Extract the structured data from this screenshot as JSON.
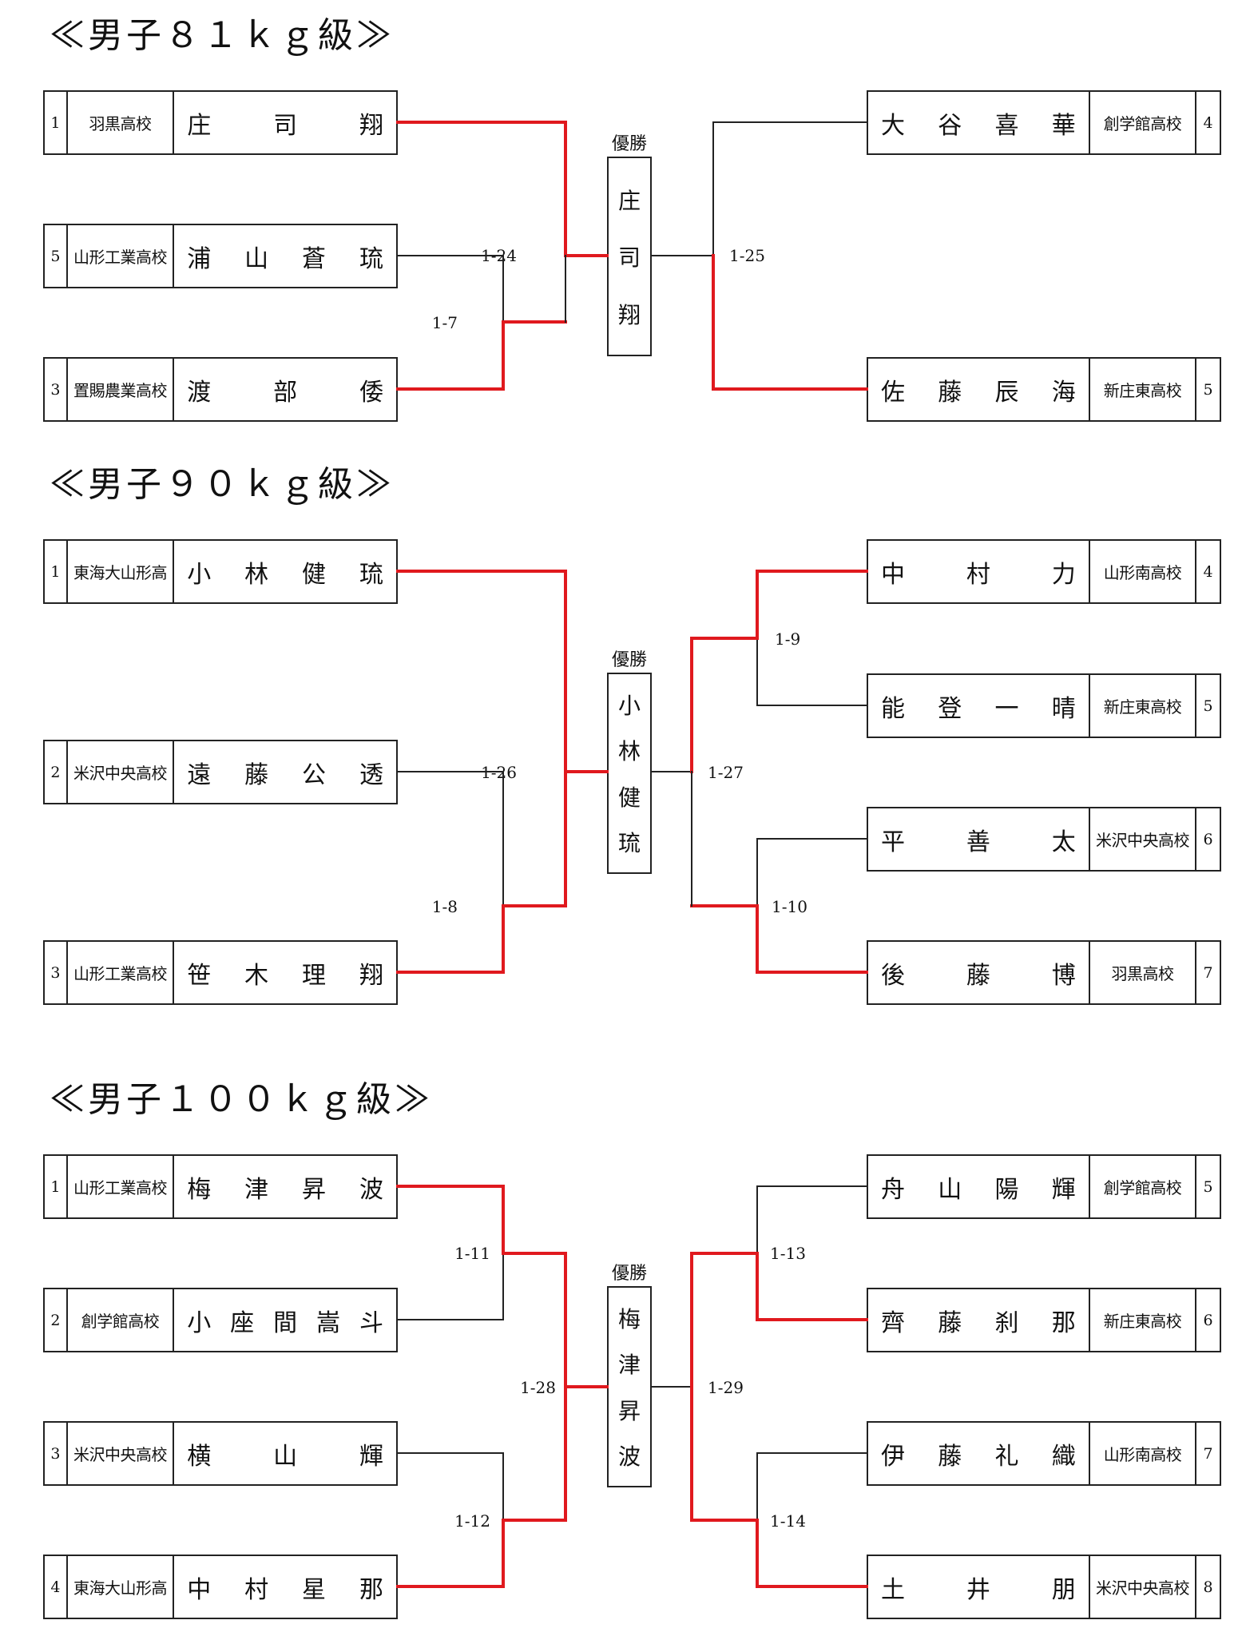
{
  "champion_label": "優勝",
  "sections": [
    {
      "title": "≪男子８１ｋｇ級≫",
      "champion": "庄司翔",
      "left": [
        {
          "seed": "1",
          "school": "羽黒高校",
          "name": "庄司翔"
        },
        {
          "seed": "5",
          "school": "山形工業高校",
          "name": "浦山蒼琉"
        },
        {
          "seed": "3",
          "school": "置賜農業高校",
          "name": "渡部倭"
        }
      ],
      "right": [
        {
          "seed": "4",
          "school": "創学館高校",
          "name": "大谷喜華"
        },
        {
          "seed": "5",
          "school": "新庄東高校",
          "name": "佐藤辰海"
        }
      ],
      "matches": [
        "1-7",
        "1-24",
        "1-25"
      ]
    },
    {
      "title": "≪男子９０ｋｇ級≫",
      "champion": "小林健琉",
      "left": [
        {
          "seed": "1",
          "school": "東海大山形高",
          "name": "小林健琉"
        },
        {
          "seed": "2",
          "school": "米沢中央高校",
          "name": "遠藤公透"
        },
        {
          "seed": "3",
          "school": "山形工業高校",
          "name": "笹木理翔"
        }
      ],
      "right": [
        {
          "seed": "4",
          "school": "山形南高校",
          "name": "中村力"
        },
        {
          "seed": "5",
          "school": "新庄東高校",
          "name": "能登一晴"
        },
        {
          "seed": "6",
          "school": "米沢中央高校",
          "name": "平善太"
        },
        {
          "seed": "7",
          "school": "羽黒高校",
          "name": "後藤博"
        }
      ],
      "matches": [
        "1-8",
        "1-26",
        "1-9",
        "1-10",
        "1-27"
      ]
    },
    {
      "title": "≪男子１００ｋｇ級≫",
      "champion": "梅津昇波",
      "left": [
        {
          "seed": "1",
          "school": "山形工業高校",
          "name": "梅津昇波"
        },
        {
          "seed": "2",
          "school": "創学館高校",
          "name": "小座間嵩斗"
        },
        {
          "seed": "3",
          "school": "米沢中央高校",
          "name": "横山輝"
        },
        {
          "seed": "4",
          "school": "東海大山形高",
          "name": "中村星那"
        }
      ],
      "right": [
        {
          "seed": "5",
          "school": "創学館高校",
          "name": "舟山陽輝"
        },
        {
          "seed": "6",
          "school": "新庄東高校",
          "name": "齊藤刹那"
        },
        {
          "seed": "7",
          "school": "山形南高校",
          "name": "伊藤礼織"
        },
        {
          "seed": "8",
          "school": "米沢中央高校",
          "name": "土井朋"
        }
      ],
      "matches": [
        "1-11",
        "1-12",
        "1-28",
        "1-13",
        "1-14",
        "1-29"
      ]
    }
  ]
}
